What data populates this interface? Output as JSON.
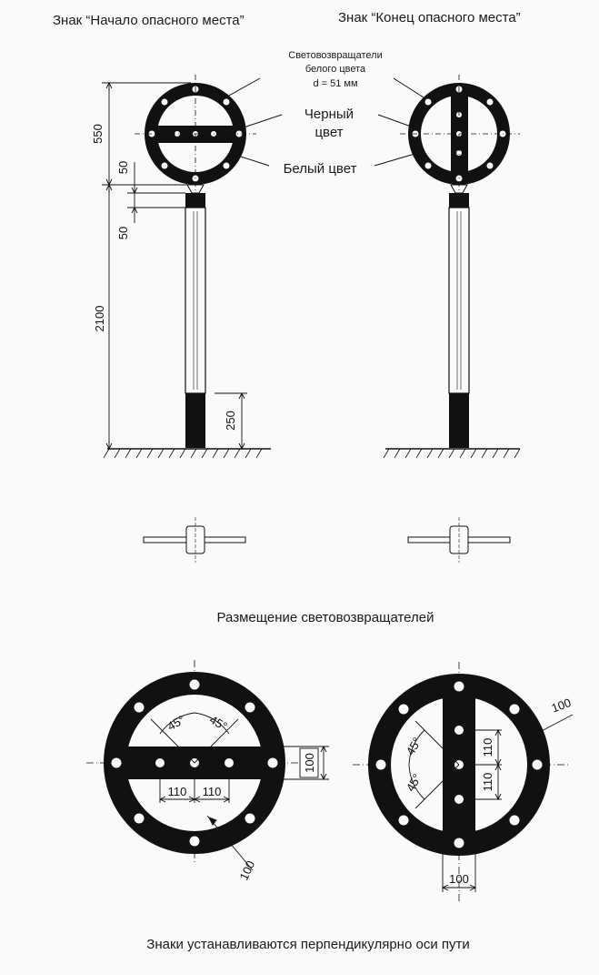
{
  "titles": {
    "start_sign": "Знак “Начало опасного места”",
    "end_sign": "Знак “Конец опасного места”",
    "placement": "Размещение световозвращателей",
    "footer": "Знаки устанавливаются перпендикулярно оси пути"
  },
  "callouts": {
    "reflectors_line1": "Световозвращатели",
    "reflectors_line2": "белого цвета",
    "reflectors_line3": "d = 51 мм",
    "black_line1": "Черный",
    "black_line2": "цвет",
    "white": "Белый цвет"
  },
  "dimensions": {
    "sign_height": "550",
    "gap_top": "50",
    "gap_bottom": "50",
    "post_height": "2100",
    "base_height": "250",
    "angle_a": "45°",
    "angle_b": "45°",
    "stripe_width_h": "100",
    "spacing_a": "110",
    "spacing_b": "110",
    "ring_width_a": "100",
    "ring_width_b": "100",
    "stripe_width_v": "100",
    "spacing_c": "110",
    "spacing_d": "110",
    "angle_c": "45°",
    "angle_d": "45°"
  },
  "colors": {
    "ink": "#111111",
    "paper": "#fafafa",
    "reflector": "#ffffff"
  }
}
